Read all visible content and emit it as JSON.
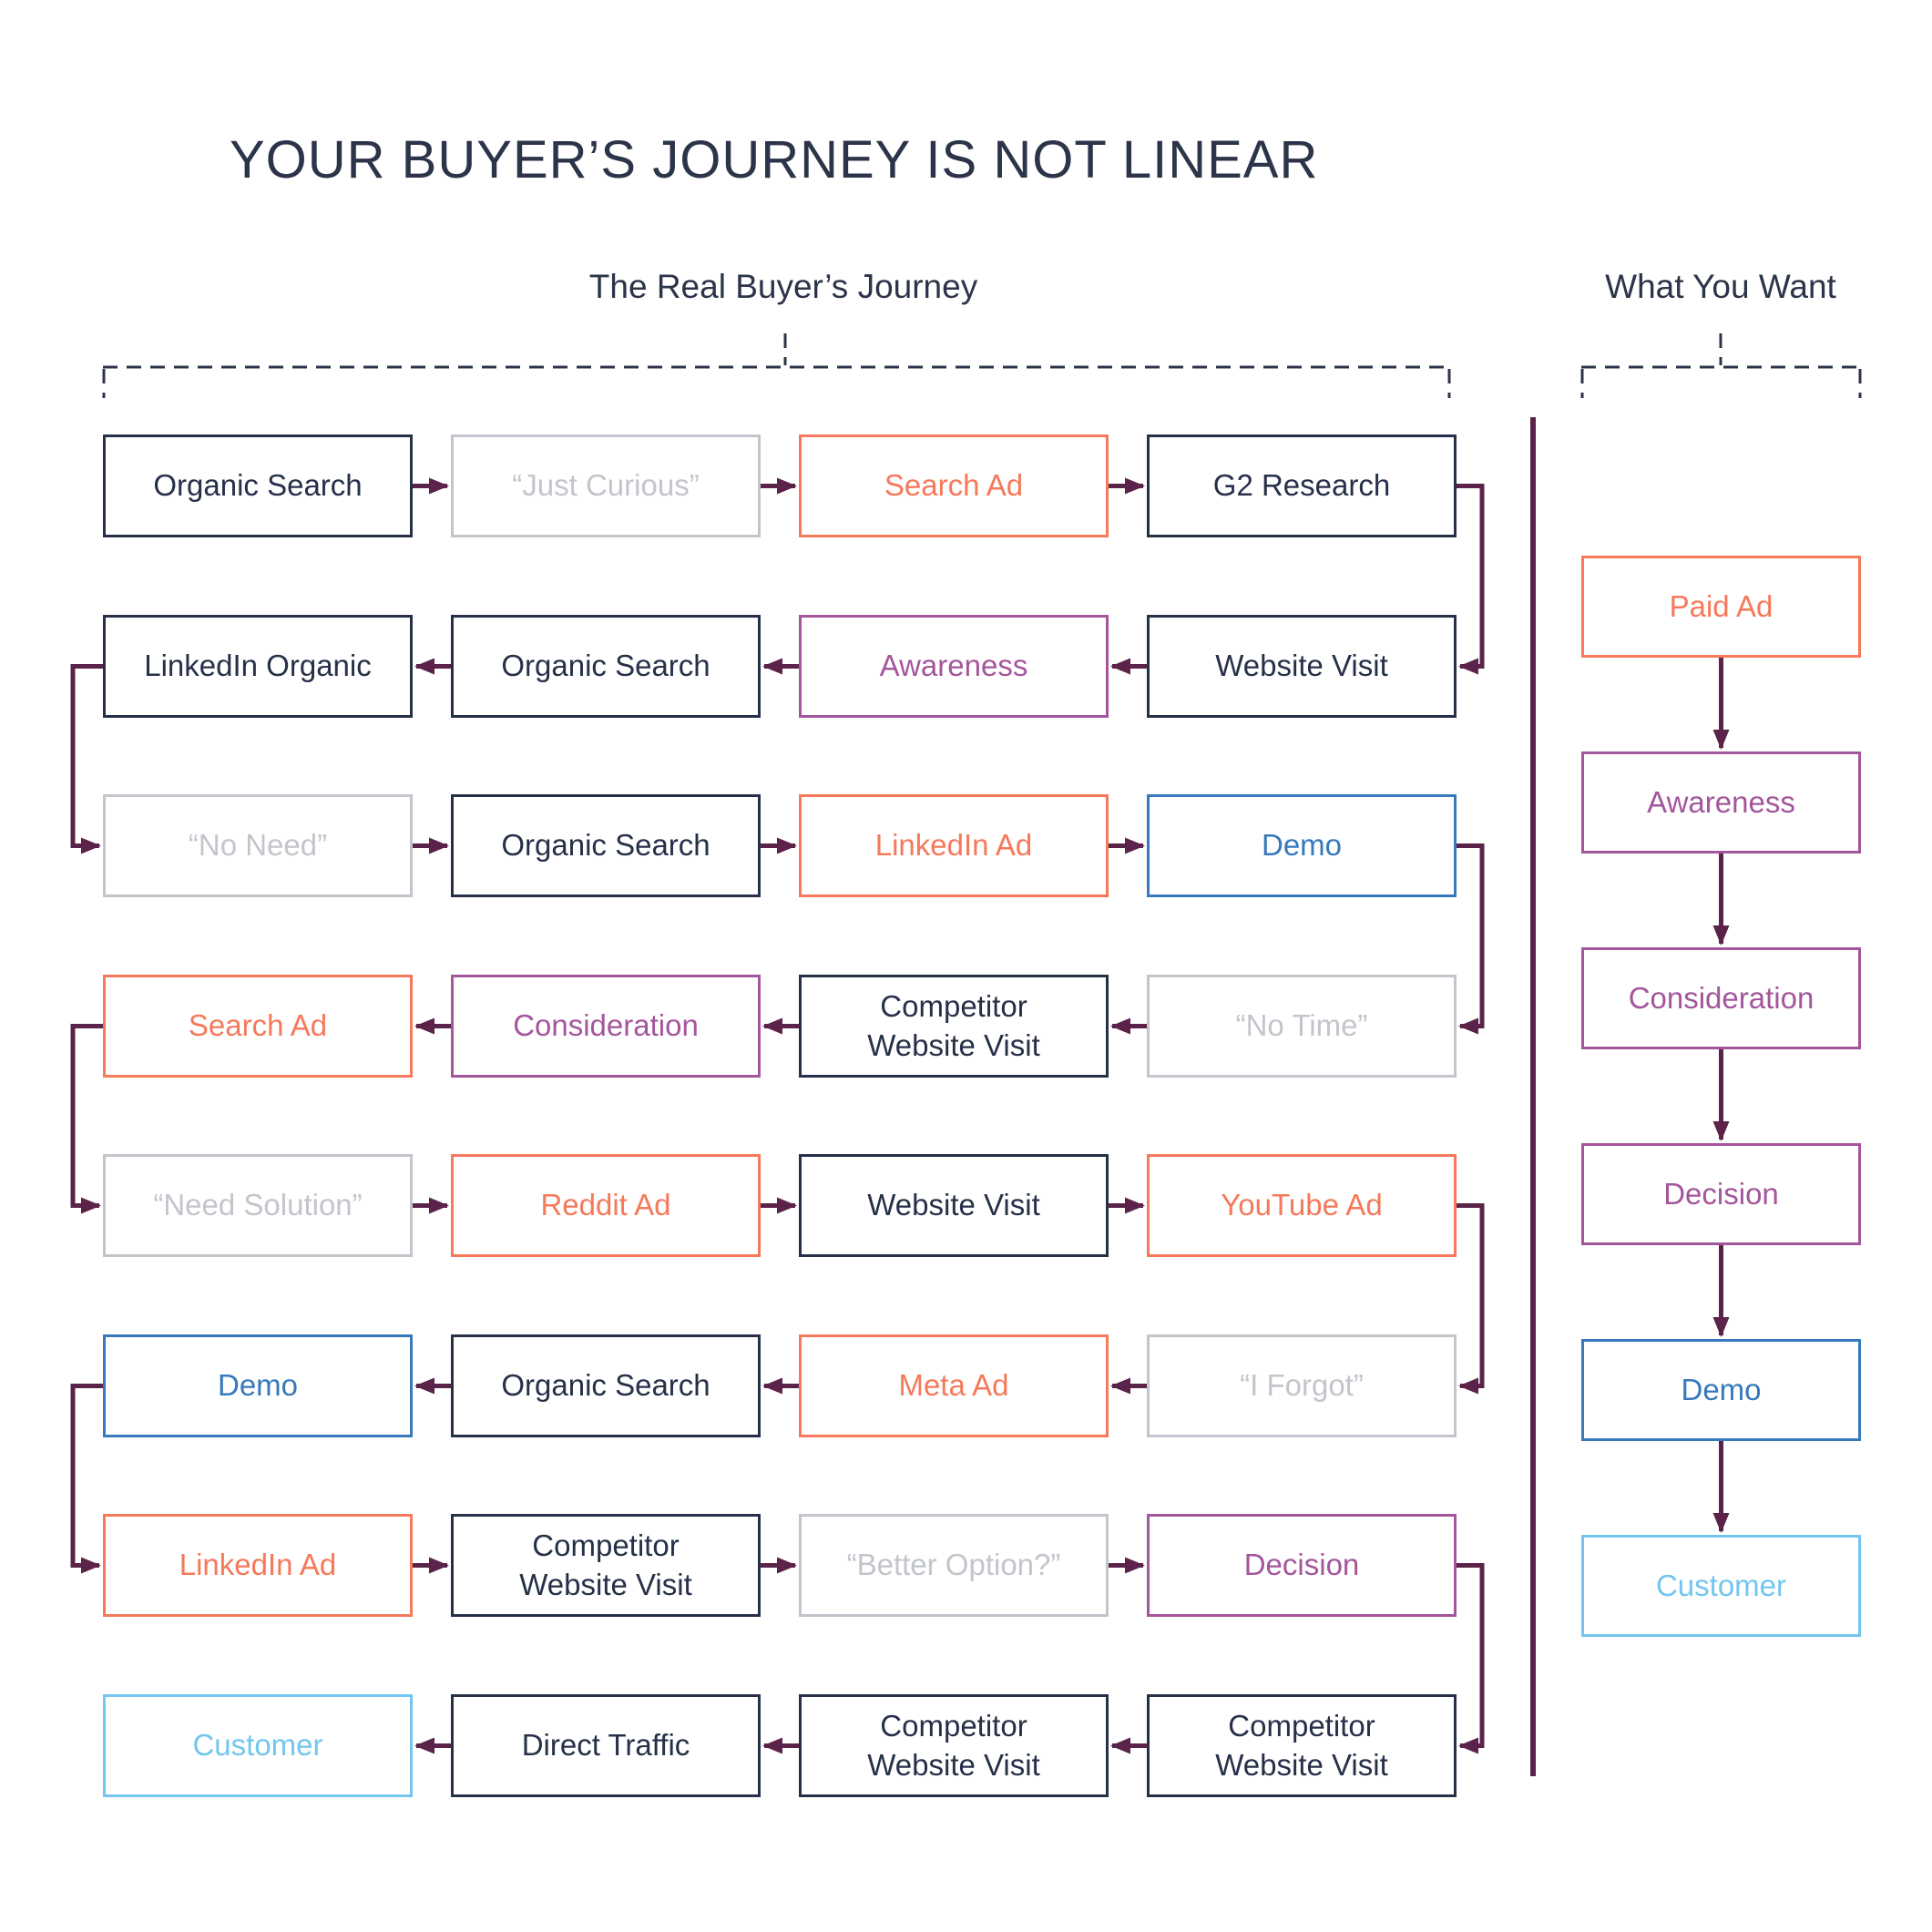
{
  "title": "YOUR BUYER’S JOURNEY IS NOT LINEAR",
  "sections": {
    "left_label": "The Real Buyer’s Journey",
    "right_label": "What You Want"
  },
  "colors": {
    "heading": "#2B3449",
    "dark": "#263049",
    "gray": "#C2C5CB",
    "orange": "#F5795A",
    "purple": "#A4569C",
    "blue": "#3679BC",
    "lightblue": "#72C6EF",
    "arrow": "#5B2349",
    "divider": "#5B2349"
  },
  "journey": {
    "rows": [
      {
        "direction": "right",
        "connector": "right",
        "cells": [
          {
            "label": "Organic Search",
            "type": "dark"
          },
          {
            "label": "“Just Curious”",
            "type": "gray"
          },
          {
            "label": "Search Ad",
            "type": "orange"
          },
          {
            "label": "G2 Research",
            "type": "dark"
          }
        ]
      },
      {
        "direction": "left",
        "connector": "left",
        "cells": [
          {
            "label": "LinkedIn Organic",
            "type": "dark"
          },
          {
            "label": "Organic Search",
            "type": "dark"
          },
          {
            "label": "Awareness",
            "type": "purple"
          },
          {
            "label": "Website Visit",
            "type": "dark"
          }
        ]
      },
      {
        "direction": "right",
        "connector": "right",
        "cells": [
          {
            "label": "“No Need”",
            "type": "gray"
          },
          {
            "label": "Organic Search",
            "type": "dark"
          },
          {
            "label": "LinkedIn Ad",
            "type": "orange"
          },
          {
            "label": "Demo",
            "type": "blue"
          }
        ]
      },
      {
        "direction": "left",
        "connector": "left",
        "cells": [
          {
            "label": "Search Ad",
            "type": "orange"
          },
          {
            "label": "Consideration",
            "type": "purple"
          },
          {
            "label": "Competitor Website Visit",
            "type": "dark"
          },
          {
            "label": "“No Time”",
            "type": "gray"
          }
        ]
      },
      {
        "direction": "right",
        "connector": "right",
        "cells": [
          {
            "label": "“Need Solution”",
            "type": "gray"
          },
          {
            "label": "Reddit Ad",
            "type": "orange"
          },
          {
            "label": "Website Visit",
            "type": "dark"
          },
          {
            "label": "YouTube Ad",
            "type": "orange"
          }
        ]
      },
      {
        "direction": "left",
        "connector": "left",
        "cells": [
          {
            "label": "Demo",
            "type": "blue"
          },
          {
            "label": "Organic Search",
            "type": "dark"
          },
          {
            "label": "Meta Ad",
            "type": "orange"
          },
          {
            "label": "“I Forgot”",
            "type": "gray"
          }
        ]
      },
      {
        "direction": "right",
        "connector": "right",
        "cells": [
          {
            "label": "LinkedIn Ad",
            "type": "orange"
          },
          {
            "label": "Competitor Website Visit",
            "type": "dark"
          },
          {
            "label": "“Better Option?”",
            "type": "gray"
          },
          {
            "label": "Decision",
            "type": "purple"
          }
        ]
      },
      {
        "direction": "left",
        "connector": null,
        "cells": [
          {
            "label": "Customer",
            "type": "lightblue"
          },
          {
            "label": "Direct Traffic",
            "type": "dark"
          },
          {
            "label": "Competitor Website Visit",
            "type": "dark"
          },
          {
            "label": "Competitor Website Visit",
            "type": "dark"
          }
        ]
      }
    ]
  },
  "funnel": {
    "steps": [
      {
        "label": "Paid Ad",
        "type": "orange"
      },
      {
        "label": "Awareness",
        "type": "purple"
      },
      {
        "label": "Consideration",
        "type": "purple"
      },
      {
        "label": "Decision",
        "type": "purple"
      },
      {
        "label": "Demo",
        "type": "blue"
      },
      {
        "label": "Customer",
        "type": "lightblue"
      }
    ]
  }
}
